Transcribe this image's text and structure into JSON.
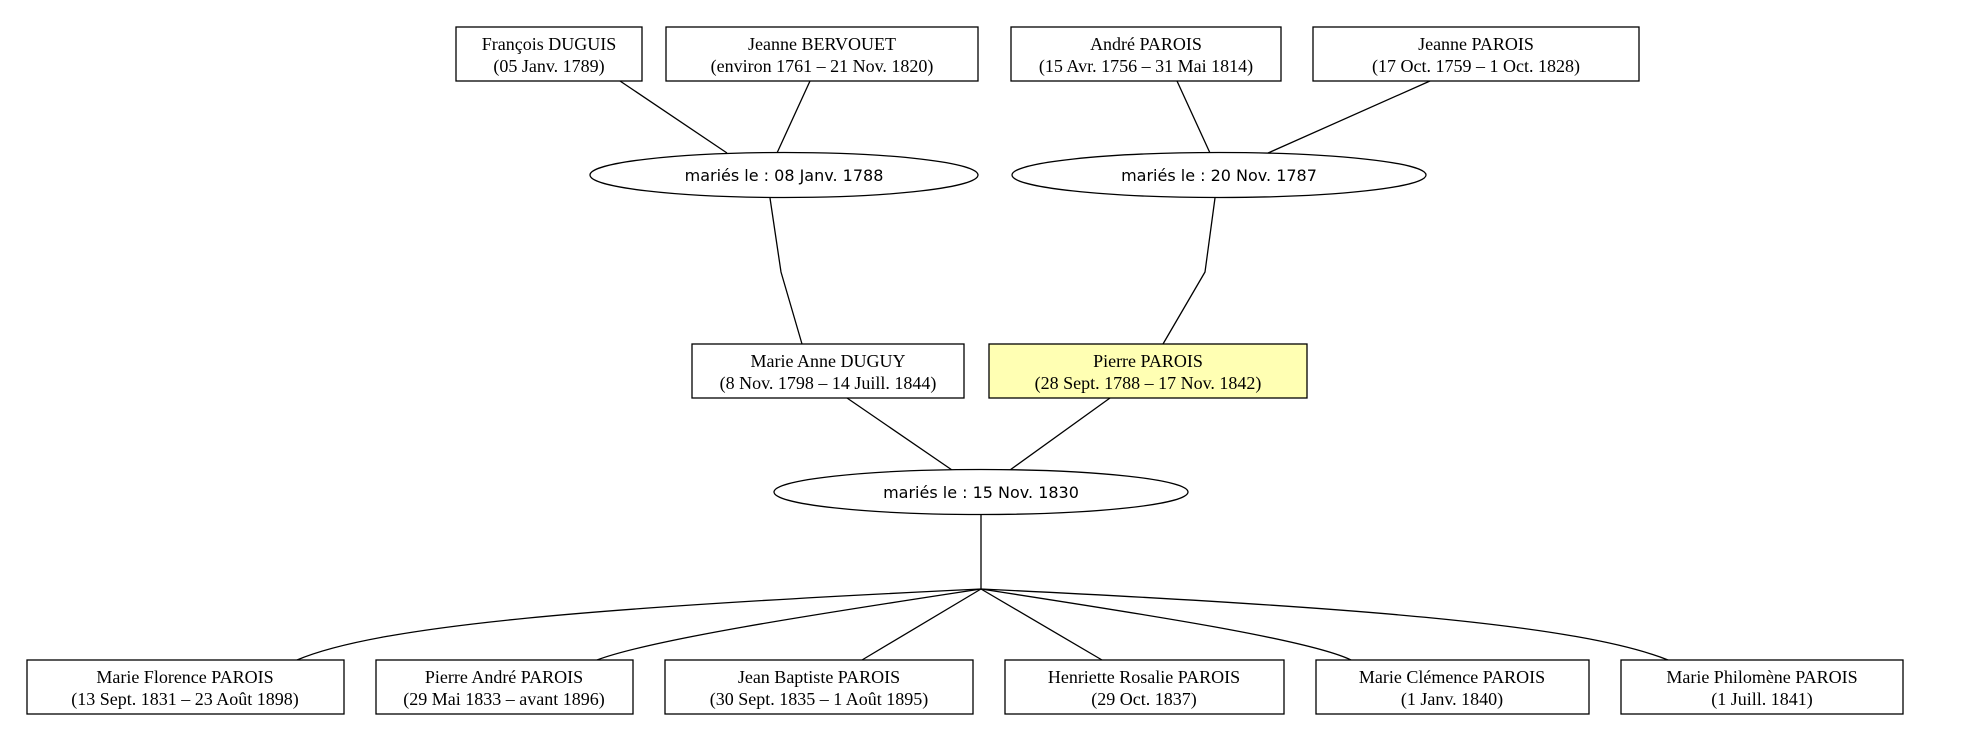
{
  "people": {
    "francois": {
      "name": "François DUGUIS",
      "dates": "(05 Janv. 1789)"
    },
    "jeanne_b": {
      "name": "Jeanne BERVOUET",
      "dates": "(environ 1761 – 21 Nov. 1820)"
    },
    "andre": {
      "name": "André PAROIS",
      "dates": "(15 Avr. 1756 – 31 Mai 1814)"
    },
    "jeanne_p": {
      "name": "Jeanne PAROIS",
      "dates": "(17 Oct. 1759 – 1 Oct. 1828)"
    },
    "marie_anne": {
      "name": "Marie Anne DUGUY",
      "dates": "(8 Nov. 1798 – 14 Juill. 1844)"
    },
    "pierre": {
      "name": "Pierre PAROIS",
      "dates": "(28 Sept. 1788 – 17 Nov. 1842)"
    },
    "c1": {
      "name": "Marie Florence PAROIS",
      "dates": "(13 Sept. 1831 – 23 Août 1898)"
    },
    "c2": {
      "name": "Pierre André PAROIS",
      "dates": "(29 Mai 1833 – avant 1896)"
    },
    "c3": {
      "name": "Jean Baptiste PAROIS",
      "dates": "(30 Sept. 1835 – 1 Août 1895)"
    },
    "c4": {
      "name": "Henriette Rosalie PAROIS",
      "dates": "(29 Oct. 1837)"
    },
    "c5": {
      "name": "Marie Clémence PAROIS",
      "dates": "(1 Janv. 1840)"
    },
    "c6": {
      "name": "Marie Philomène PAROIS",
      "dates": "(1 Juill. 1841)"
    }
  },
  "unions": {
    "u1": "mariés le : 08 Janv. 1788",
    "u2": "mariés le : 20 Nov. 1787",
    "u3": "mariés le : 15 Nov. 1830"
  },
  "colors": {
    "highlight": "#ffffb3",
    "stroke": "#000000",
    "background": "#ffffff"
  }
}
